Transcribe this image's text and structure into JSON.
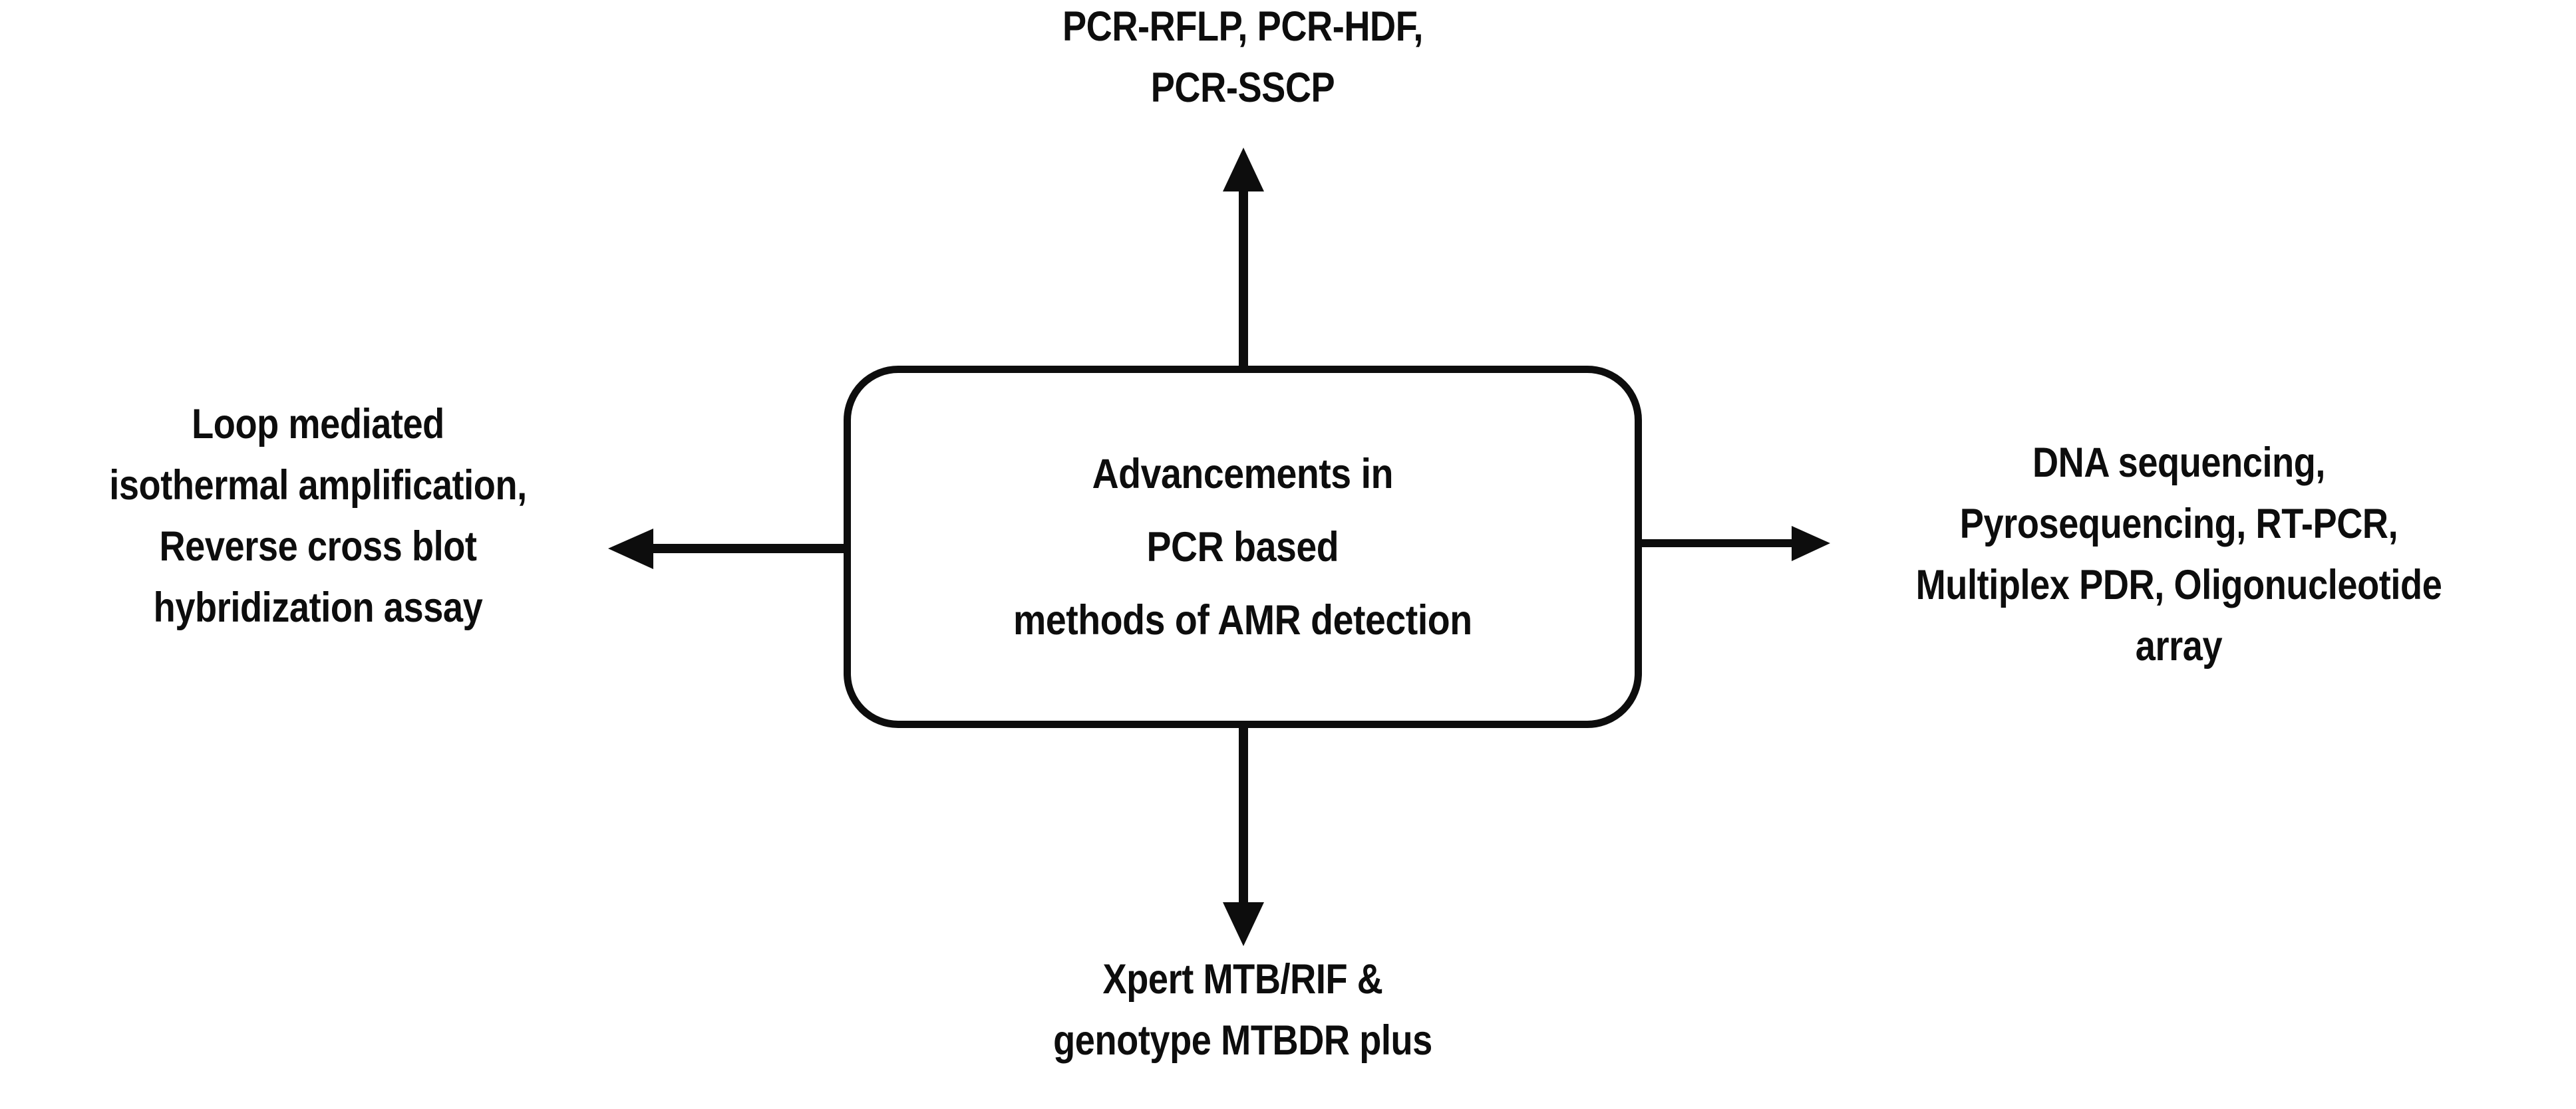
{
  "diagram": {
    "title": "Advancements in PCR based methods of AMR detection",
    "type": "radial concept map",
    "background_color": "#ffffff",
    "text_color": "#0d0d0d",
    "stroke_color": "#0d0d0d",
    "center": {
      "lines": [
        "Advancements in",
        "PCR based",
        "methods of AMR detection"
      ]
    },
    "branches": {
      "top": {
        "direction": "up",
        "arrow_icon": "arrow-up-icon",
        "lines": [
          "PCR-RFLP, PCR-HDF,",
          "PCR-SSCP"
        ]
      },
      "right": {
        "direction": "right",
        "arrow_icon": "arrow-right-icon",
        "lines": [
          "DNA sequencing,",
          "Pyrosequencing, RT-PCR,",
          "Multiplex PDR, Oligonucleotide",
          "array"
        ]
      },
      "bottom": {
        "direction": "down",
        "arrow_icon": "arrow-down-icon",
        "lines": [
          "Xpert MTB/RIF &",
          "genotype MTBDR plus"
        ]
      },
      "left": {
        "direction": "left",
        "arrow_icon": "arrow-left-icon",
        "lines": [
          "Loop mediated",
          "isothermal amplification,",
          "Reverse cross blot",
          "hybridization assay"
        ]
      }
    }
  }
}
